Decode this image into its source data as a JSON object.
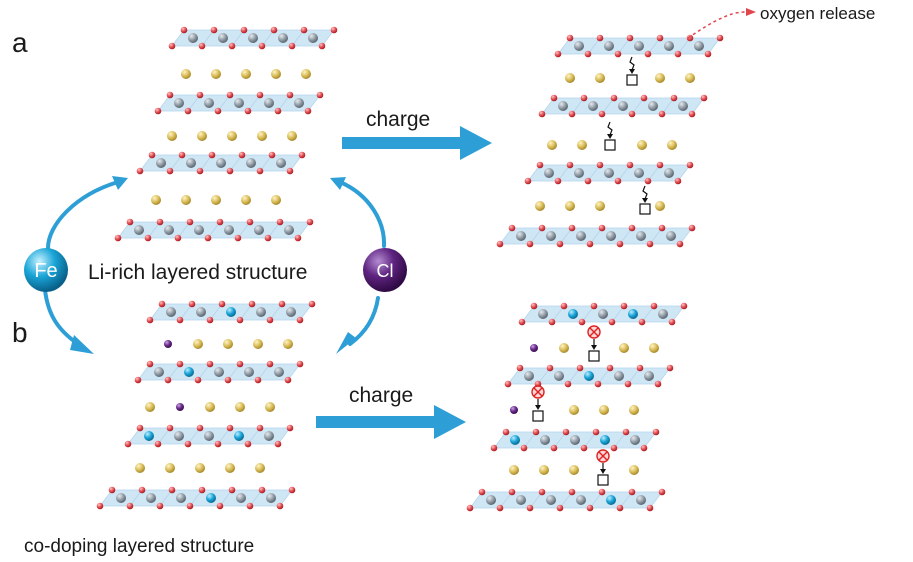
{
  "panels": {
    "a": {
      "letter": "a",
      "structure_label": "Li-rich layered structure",
      "arrow_label": "charge",
      "release_label": "oxygen release"
    },
    "b": {
      "letter": "b",
      "structure_label": "co-doping layered structure",
      "arrow_label": "charge"
    }
  },
  "dopants": {
    "fe": {
      "symbol": "Fe",
      "color": "#1aa5d8"
    },
    "cl": {
      "symbol": "Cl",
      "color": "#6a2a8c"
    }
  },
  "legend_colors": {
    "oxygen": "#e0474c",
    "transition_metal": "#8e99a3",
    "lithium": "#d8bb55",
    "fe_dopant": "#1aa5d8",
    "cl_dopant": "#6a2a8c",
    "octahedra": "#cfe6f5",
    "arrow": "#2e9fd6"
  }
}
